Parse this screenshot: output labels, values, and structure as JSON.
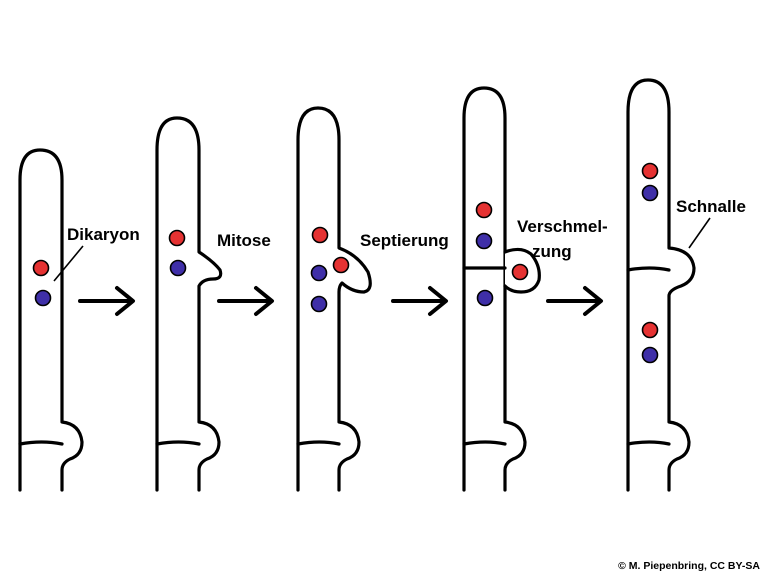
{
  "labels": {
    "dikaryon": "Dikaryon",
    "mitose": "Mitose",
    "septierung": "Septierung",
    "verschmelzung_line1": "Verschmel-",
    "verschmelzung_line2": "zung",
    "schnalle": "Schnalle"
  },
  "credit": "© M. Piepenbring, CC BY-SA",
  "colors": {
    "nucleus_red": "#e53232",
    "nucleus_blue": "#3f2fa8",
    "outline": "#000000",
    "background": "#ffffff"
  }
}
